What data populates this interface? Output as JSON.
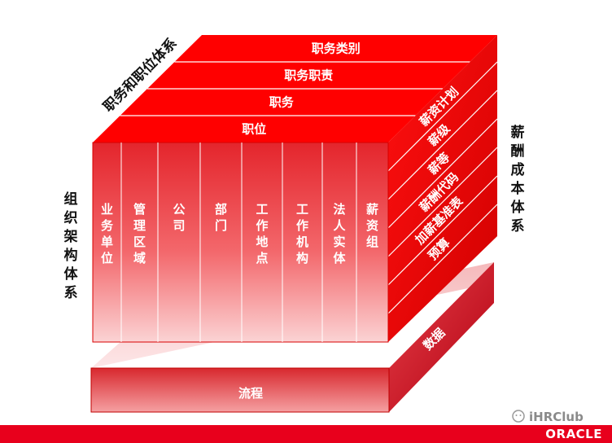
{
  "top_layers": [
    "职务类别",
    "职务职责",
    "职务",
    "职位"
  ],
  "top_axis_title": "职务和职位体系",
  "front_columns": [
    "业务单位",
    "管理区域",
    "公司",
    "部门",
    "工作地点",
    "工作机构",
    "法人实体",
    "薪资组"
  ],
  "left_axis_title": "组织架构体系",
  "right_face_items": [
    "薪资计划",
    "薪级",
    "薪等",
    "薪酬代码",
    "加薪基准表",
    "预算"
  ],
  "right_axis_title": "薪酬成本体系",
  "base_front_label": "流程",
  "base_side_label": "数据",
  "watermark": "iHRClub",
  "logo": "ORACLE",
  "colors": {
    "red": "#ff0000",
    "dark_red": "#c00000",
    "light_red": "#f05050",
    "bar": "#e8001c"
  }
}
